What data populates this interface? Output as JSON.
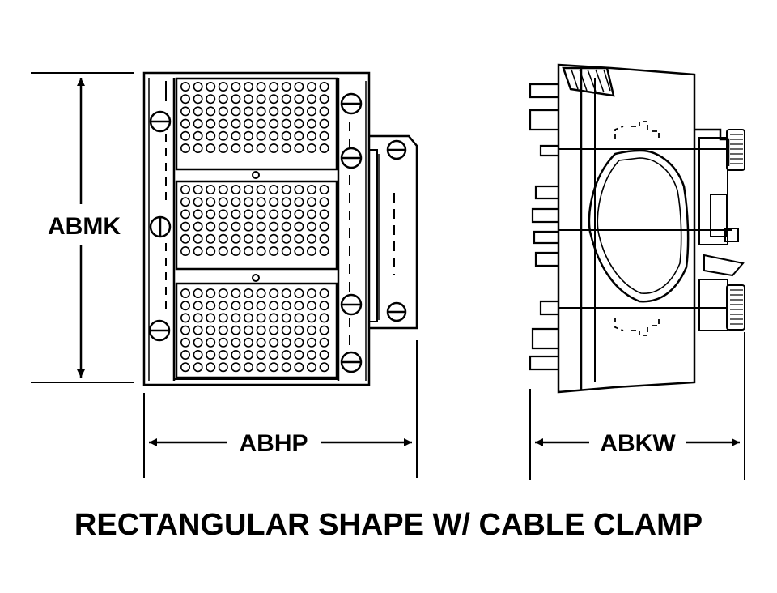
{
  "dimensions": {
    "height_label": "ABMK",
    "front_width_label": "ABHP",
    "side_width_label": "ABKW"
  },
  "caption": "RECTANGULAR SHAPE W/ CABLE CLAMP",
  "colors": {
    "ink": "#000000",
    "paper": "#ffffff"
  }
}
